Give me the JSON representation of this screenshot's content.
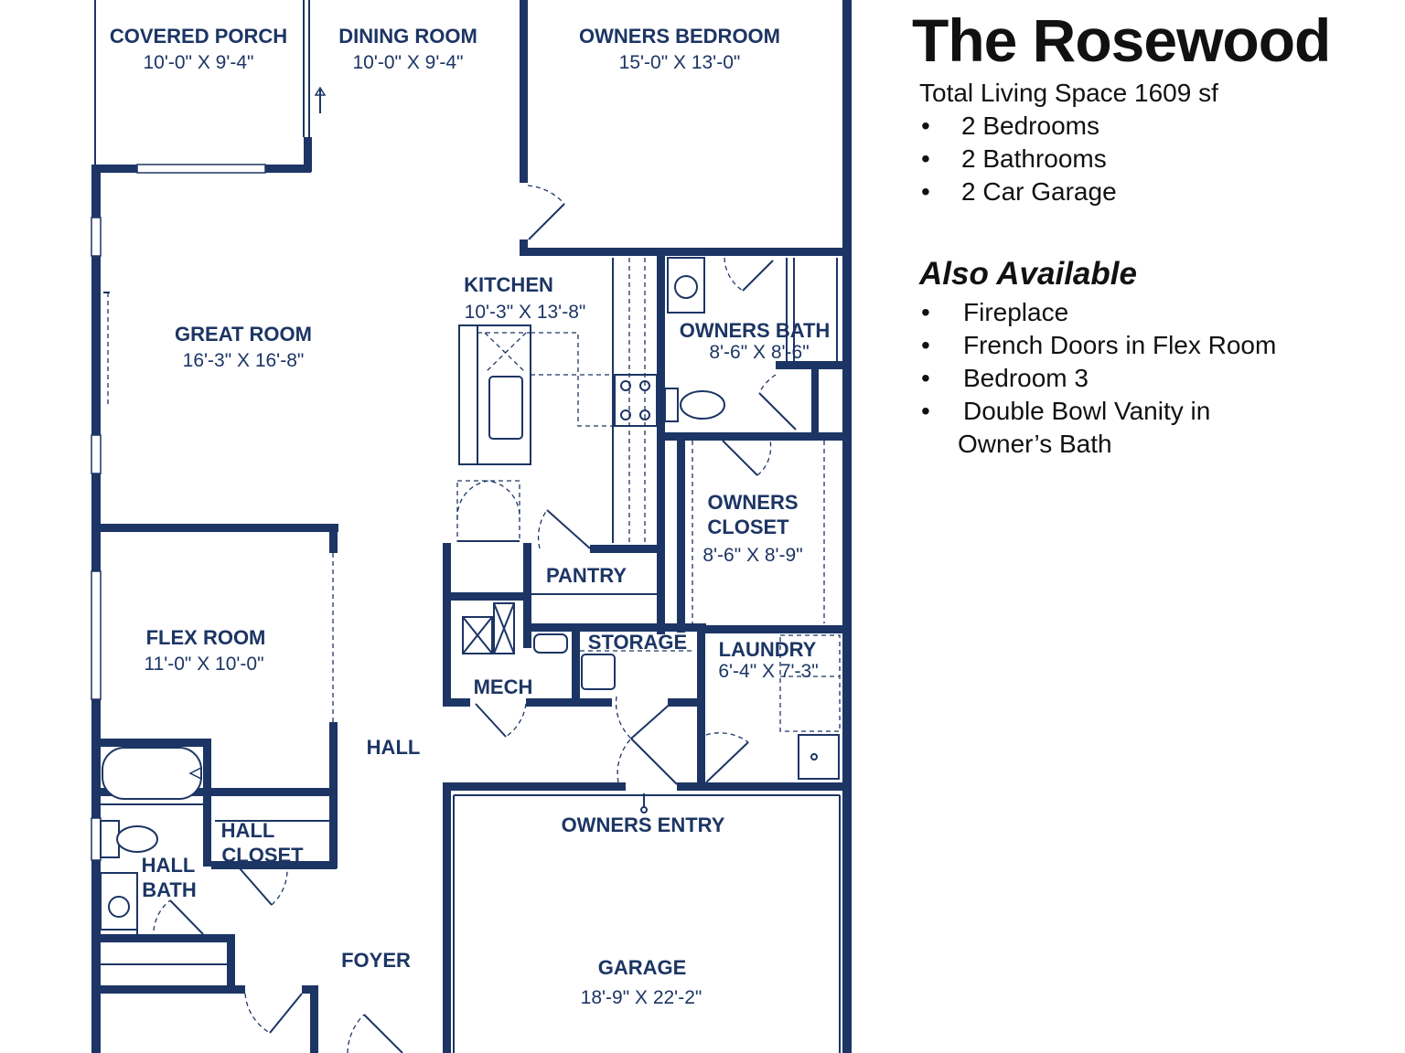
{
  "title": "The Rosewood",
  "total_living_space": "Total Living Space 1609 sf",
  "features": [
    "2 Bedrooms",
    "2 Bathrooms",
    "2 Car Garage"
  ],
  "also_available_title": "Also Available",
  "also_available": [
    "Fireplace",
    "French Doors in Flex Room",
    "Bedroom 3",
    "Double Bowl Vanity in"
  ],
  "also_available_continuation": "Owner’s Bath",
  "bullet_glyph": "•",
  "colors": {
    "wall": "#1c3564",
    "text": "#111111",
    "background": "#ffffff"
  },
  "rooms": {
    "covered_porch": {
      "name": "COVERED PORCH",
      "dims": "10'-0\" X 9'-4\""
    },
    "dining_room": {
      "name": "DINING ROOM",
      "dims": "10'-0\" X 9'-4\""
    },
    "owners_bedroom": {
      "name": "OWNERS BEDROOM",
      "dims": "15'-0\" X 13'-0\""
    },
    "kitchen": {
      "name": "KITCHEN",
      "dims": "10'-3\" X 13'-8\""
    },
    "great_room": {
      "name": "GREAT ROOM",
      "dims": "16'-3\" X 16'-8\""
    },
    "owners_bath": {
      "name": "OWNERS BATH",
      "dims": "8'-6\" X 8'-6\""
    },
    "owners_closet": {
      "name_line1": "OWNERS",
      "name_line2": "CLOSET",
      "dims": "8'-6\" X 8'-9\""
    },
    "pantry": {
      "name": "PANTRY"
    },
    "flex_room": {
      "name": "FLEX ROOM",
      "dims": "11'-0\" X 10'-0\""
    },
    "storage": {
      "name": "STORAGE"
    },
    "laundry": {
      "name": "LAUNDRY",
      "dims": "6'-4\" X 7'-3\""
    },
    "mech": {
      "name": "MECH"
    },
    "hall": {
      "name": "HALL"
    },
    "owners_entry": {
      "name": "OWNERS ENTRY"
    },
    "hall_closet": {
      "name_line1": "HALL",
      "name_line2": "CLOSET"
    },
    "hall_bath": {
      "name_line1": "HALL",
      "name_line2": "BATH"
    },
    "foyer": {
      "name": "FOYER"
    },
    "garage": {
      "name": "GARAGE",
      "dims": "18'-9\" X 22'-2\""
    }
  }
}
